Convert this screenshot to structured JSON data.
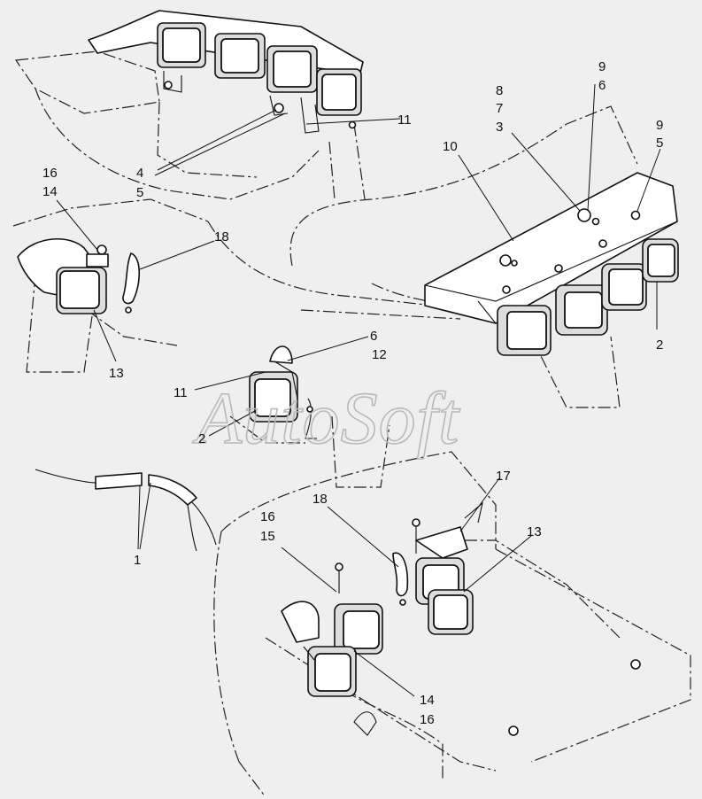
{
  "watermark": "AutoSoft",
  "callouts": {
    "c9a": "9",
    "c6a": "6",
    "c8": "8",
    "c7": "7",
    "c3": "3",
    "c9b": "9",
    "c5b": "5",
    "c10": "10",
    "c11a": "11",
    "c4": "4",
    "c5a": "5",
    "c16a": "16",
    "c14a": "14",
    "c18a": "18",
    "c13a": "13",
    "c6b": "6",
    "c12": "12",
    "c11b": "11",
    "c2a": "2",
    "c2b": "2",
    "c1": "1",
    "c17": "17",
    "c18b": "18",
    "c16b": "16",
    "c15": "15",
    "c13b": "13",
    "c14b": "14",
    "c16c": "16"
  }
}
